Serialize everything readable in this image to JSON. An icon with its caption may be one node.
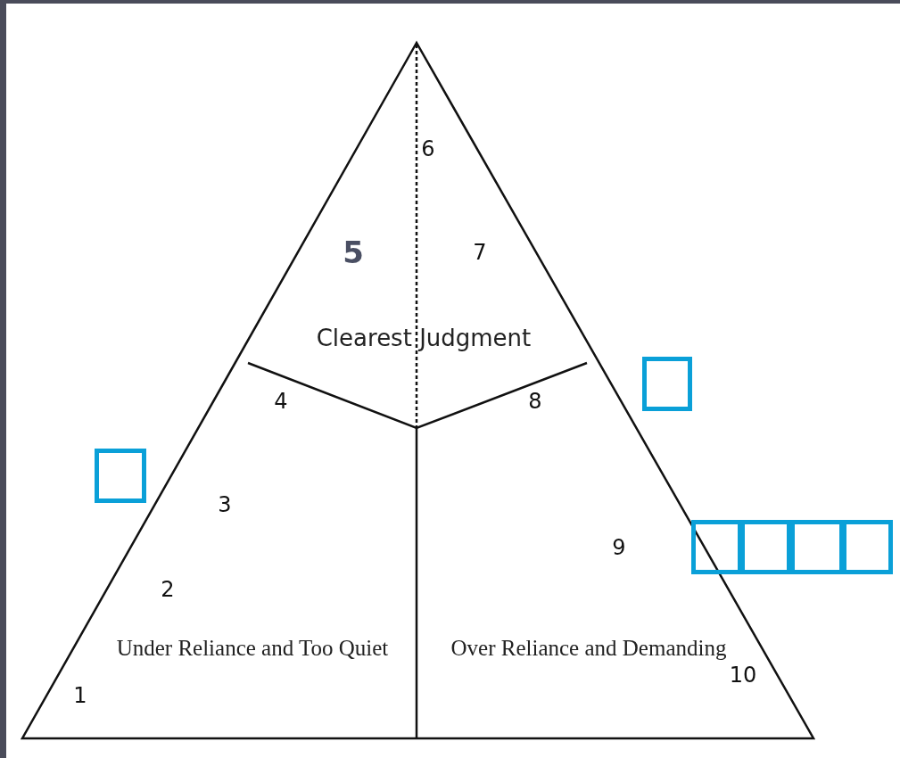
{
  "diagram": {
    "nodes": [
      {
        "text": [
          "Clearest Judgment"
        ]
      },
      {
        "text": [
          "Under Reliance and Too Quiet"
        ]
      },
      {
        "text": [
          "Over Reliance and Demanding"
        ]
      },
      {
        "text": [],
        "shape": "box"
      },
      {
        "text": [],
        "shape": "box"
      },
      {
        "text": [],
        "shape": "box"
      },
      {
        "text": [],
        "shape": "box"
      },
      {
        "text": [],
        "shape": "box"
      },
      {
        "text": [],
        "shape": "box"
      }
    ],
    "labels": [
      "6",
      "5",
      "7",
      "4",
      "8",
      "3",
      "9",
      "2",
      "10",
      "1"
    ]
  }
}
